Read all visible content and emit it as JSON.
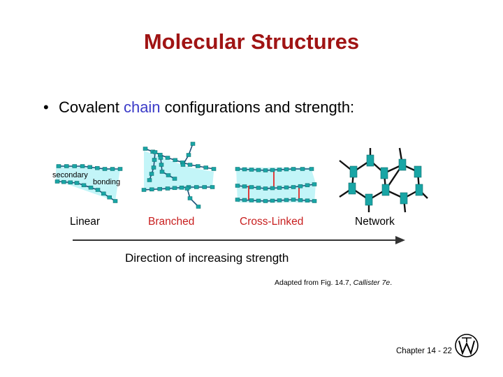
{
  "slide": {
    "title": "Molecular Structures",
    "bullet": {
      "pre": "Covalent ",
      "highlight": "chain",
      "post": " configurations and strength:"
    },
    "categories": [
      "Linear",
      "Branched",
      "Cross-Linked",
      "Network"
    ],
    "inline_labels": {
      "secondary": "secondary",
      "bonding": "bonding"
    },
    "arrow_caption": "Direction of increasing strength",
    "credit": {
      "pre": "Adapted from Fig. 14.7, ",
      "em": "Callister 7e",
      "post": "."
    },
    "footer": "Chapter 14 - 22"
  },
  "colors": {
    "title": "#a01414",
    "highlight": "#3b3bc8",
    "branched_label": "#c81e1e",
    "monomer": "#19a5a5",
    "chain": "#1e5078",
    "region": "#c3f5f8",
    "crosslink": "#e03c3c"
  },
  "icons": {
    "logo": "wiley-logo-icon"
  }
}
